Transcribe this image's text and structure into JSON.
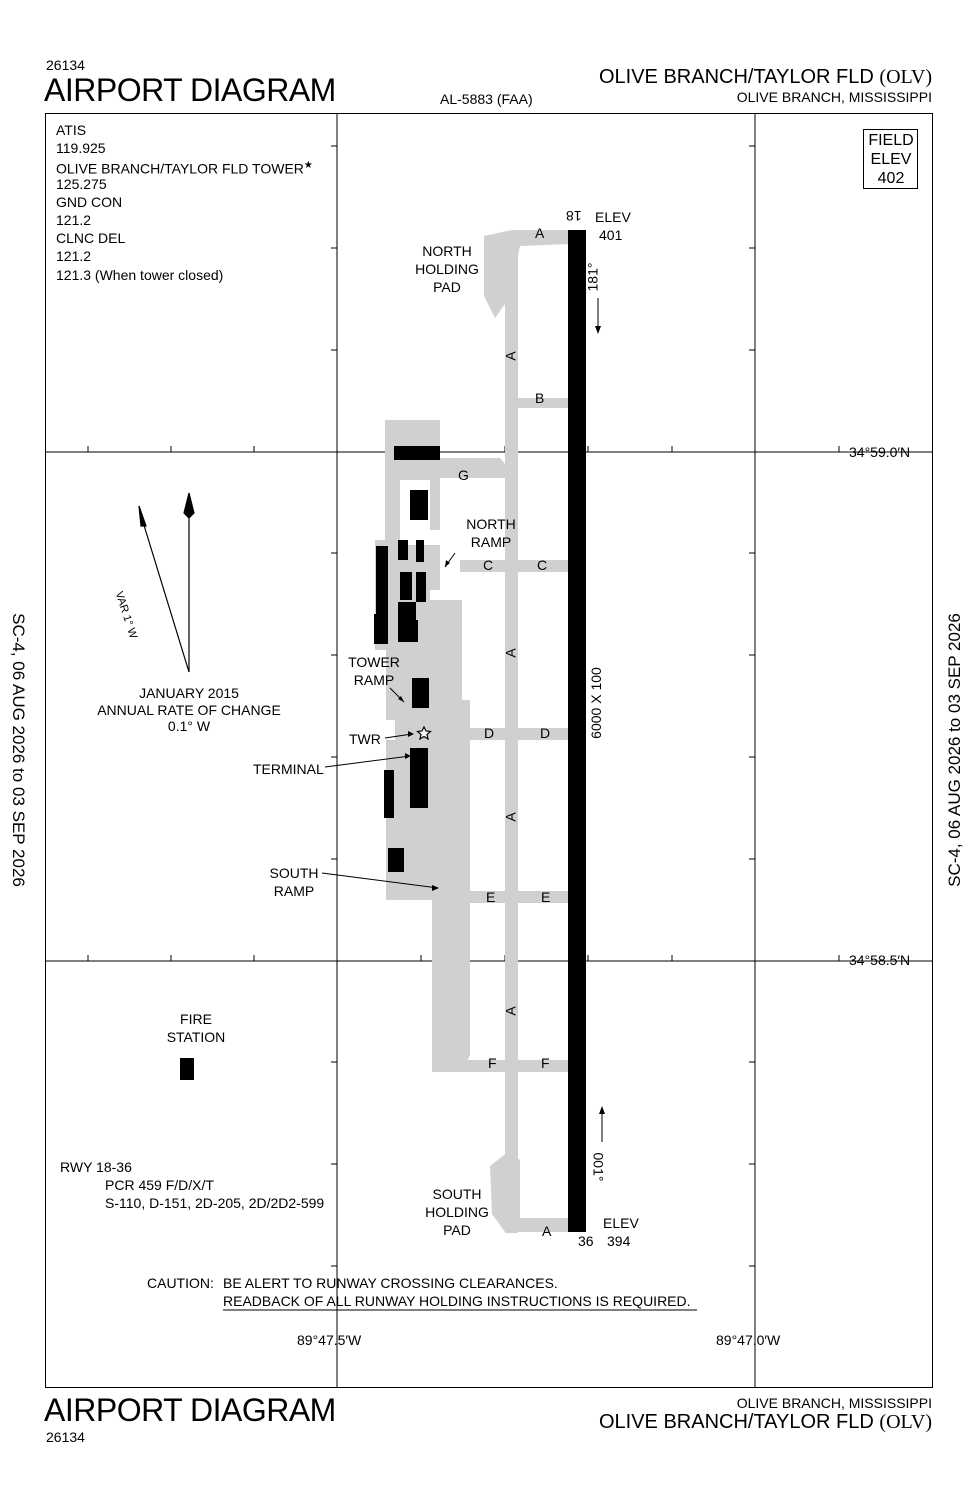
{
  "header": {
    "chart_number": "26134",
    "title": "AIRPORT DIAGRAM",
    "doc_id": "AL-5883 (FAA)",
    "airport_name": "OLIVE BRANCH/TAYLOR FLD",
    "airport_id": "(OLV)",
    "city_state": "OLIVE BRANCH, MISSISSIPPI"
  },
  "footer": {
    "title": "AIRPORT DIAGRAM",
    "chart_number": "26134",
    "city_state": "OLIVE BRANCH, MISSISSIPPI",
    "airport_name": "OLIVE BRANCH/TAYLOR FLD",
    "airport_id": "(OLV)"
  },
  "side_labels": {
    "left": "SC-4,  06 AUG 2026  to  03 SEP 2026",
    "right": "SC-4,  06 AUG 2026  to  03 SEP 2026"
  },
  "frequencies": {
    "atis_label": "ATIS",
    "atis_freq": "119.925",
    "tower_label": "OLIVE BRANCH/TAYLOR FLD TOWER",
    "tower_star": "★",
    "tower_freq": "125.275",
    "gnd_label": "GND CON",
    "gnd_freq": "121.2",
    "clnc_label": "CLNC DEL",
    "clnc_freq": "121.2",
    "clnc_freq2": "121.3 (When tower closed)"
  },
  "field_elev": {
    "line1": "FIELD",
    "line2": "ELEV",
    "value": "402"
  },
  "coordinates": {
    "lat_north": "34°59.0′N",
    "lat_south": "34°58.5′N",
    "lon_west": "89°47.5′W",
    "lon_east": "89°47.0′W"
  },
  "variation": {
    "var_label": "VAR 1° W",
    "line1": "JANUARY 2015",
    "line2": "ANNUAL RATE OF CHANGE",
    "line3": "0.1° W"
  },
  "runway": {
    "north_number": "18",
    "south_number": "36",
    "north_elev_label": "ELEV",
    "north_elev": "401",
    "south_elev_label": "ELEV",
    "south_elev": "394",
    "north_heading": "181°",
    "south_heading": "001°",
    "dimensions": "6000 X 100"
  },
  "runway_info": {
    "line1": "RWY 18-36",
    "line2": "PCR 459 F/D/X/T",
    "line3": "S-110, D-151, 2D-205, 2D/2D2-599"
  },
  "labels": {
    "north_holding_1": "NORTH",
    "north_holding_2": "HOLDING",
    "north_holding_3": "PAD",
    "north_ramp_1": "NORTH",
    "north_ramp_2": "RAMP",
    "tower_ramp_1": "TOWER",
    "tower_ramp_2": "RAMP",
    "twr": "TWR",
    "terminal": "TERMINAL",
    "south_ramp_1": "SOUTH",
    "south_ramp_2": "RAMP",
    "fire_1": "FIRE",
    "fire_2": "STATION",
    "south_holding_1": "SOUTH",
    "south_holding_2": "HOLDING",
    "south_holding_3": "PAD"
  },
  "taxiways": {
    "a": "A",
    "b": "B",
    "c": "C",
    "d": "D",
    "e": "E",
    "f": "F",
    "g": "G"
  },
  "caution": {
    "label": "CAUTION:",
    "line1": "BE ALERT TO RUNWAY CROSSING CLEARANCES.",
    "line2": "READBACK OF ALL RUNWAY HOLDING INSTRUCTIONS IS REQUIRED."
  }
}
